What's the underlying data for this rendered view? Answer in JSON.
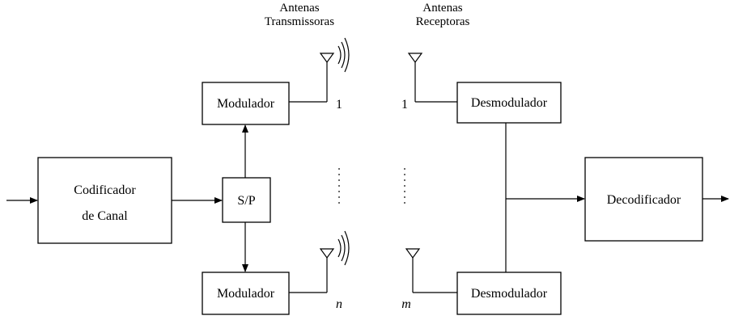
{
  "headers": {
    "tx_line1": "Antenas",
    "tx_line2": "Transmissoras",
    "rx_line1": "Antenas",
    "rx_line2": "Receptoras"
  },
  "blocks": {
    "channel_coder_line1": "Codificador",
    "channel_coder_line2": "de Canal",
    "sp": "S/P",
    "modulator_top": "Modulador",
    "modulator_bottom": "Modulador",
    "demodulator_top": "Desmodulador",
    "demodulator_bottom": "Desmodulador",
    "decoder": "Decodificador"
  },
  "antenna_labels": {
    "tx_first": "1",
    "tx_last": "n",
    "rx_first": "1",
    "rx_last": "m"
  },
  "colors": {
    "stroke": "#000000",
    "background": "#ffffff"
  }
}
